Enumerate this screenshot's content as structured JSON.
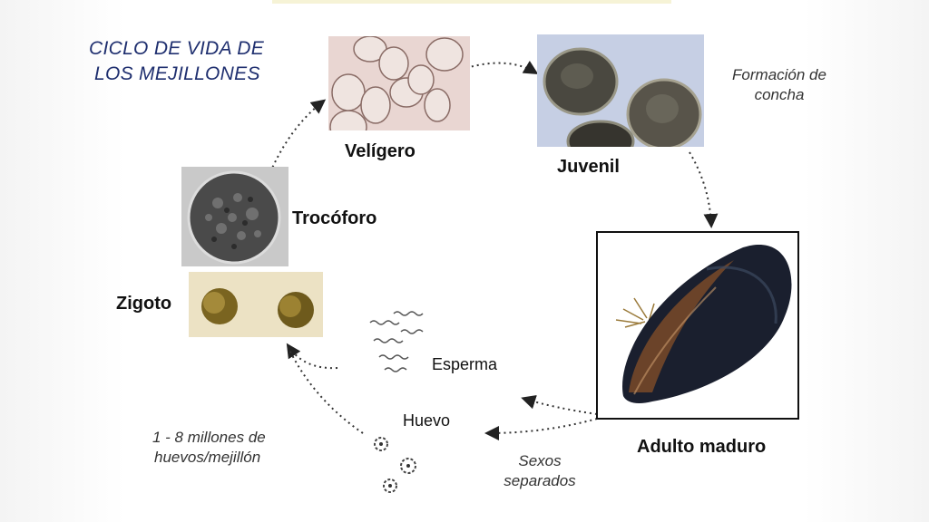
{
  "title": {
    "line1": "CICLO DE VIDA DE",
    "line2": "LOS MEJILLONES"
  },
  "stages": {
    "veligero": "Velígero",
    "juvenil": "Juvenil",
    "trocoforo": "Trocóforo",
    "zigoto": "Zigoto",
    "adulto": "Adulto maduro",
    "esperma": "Esperma",
    "huevo": "Huevo"
  },
  "notes": {
    "formacion_line1": "Formación de",
    "formacion_line2": "concha",
    "millones_line1": "1 - 8 millones de",
    "millones_line2": "huevos/mejillón",
    "sexos_line1": "Sexos",
    "sexos_line2": "separados"
  }
}
